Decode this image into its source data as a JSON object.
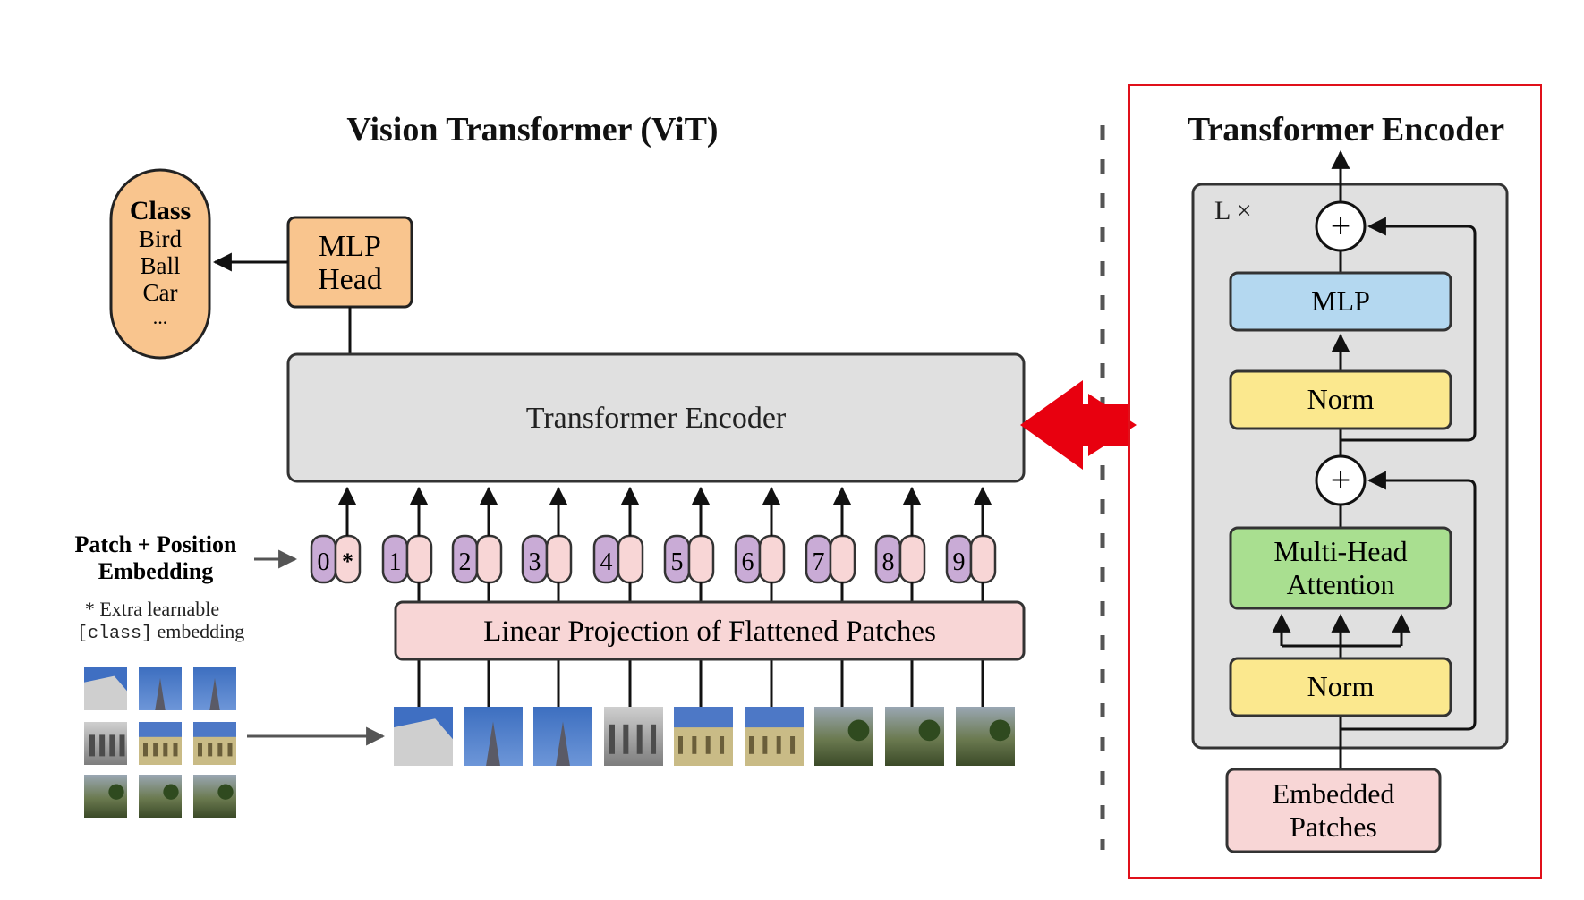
{
  "vit": {
    "title": "Vision Transformer (ViT)",
    "class_box": {
      "header": "Class",
      "items": [
        "Bird",
        "Ball",
        "Car",
        "..."
      ]
    },
    "mlp_head": {
      "line1": "MLP",
      "line2": "Head"
    },
    "encoder_label": "Transformer Encoder",
    "patch_pos_label": {
      "line1": "Patch + Position",
      "line2": "Embedding"
    },
    "extra_note": {
      "line1": "* Extra learnable",
      "line2_code": "[class]",
      "line2_rest": " embedding"
    },
    "tokens": [
      "0",
      "1",
      "2",
      "3",
      "4",
      "5",
      "6",
      "7",
      "8",
      "9"
    ],
    "class_token_mark": "*",
    "linear_projection": "Linear Projection of Flattened Patches"
  },
  "encoder_detail": {
    "title": "Transformer Encoder",
    "repeat_label": "L ×",
    "plus": "+",
    "mlp": "MLP",
    "norm_top": "Norm",
    "attention": {
      "line1": "Multi-Head",
      "line2": "Attention"
    },
    "norm_bottom": "Norm",
    "embedded": {
      "line1": "Embedded",
      "line2": "Patches"
    }
  },
  "colors": {
    "orange": "#f9c58e",
    "gray_box": "#e0e0e0",
    "purple": "#c9abd6",
    "pink": "#f8d6d6",
    "blue": "#b4d8f0",
    "yellow": "#fbe88e",
    "green": "#a9df90",
    "red_arrow": "#e8000f",
    "red_border": "#e0101a"
  }
}
